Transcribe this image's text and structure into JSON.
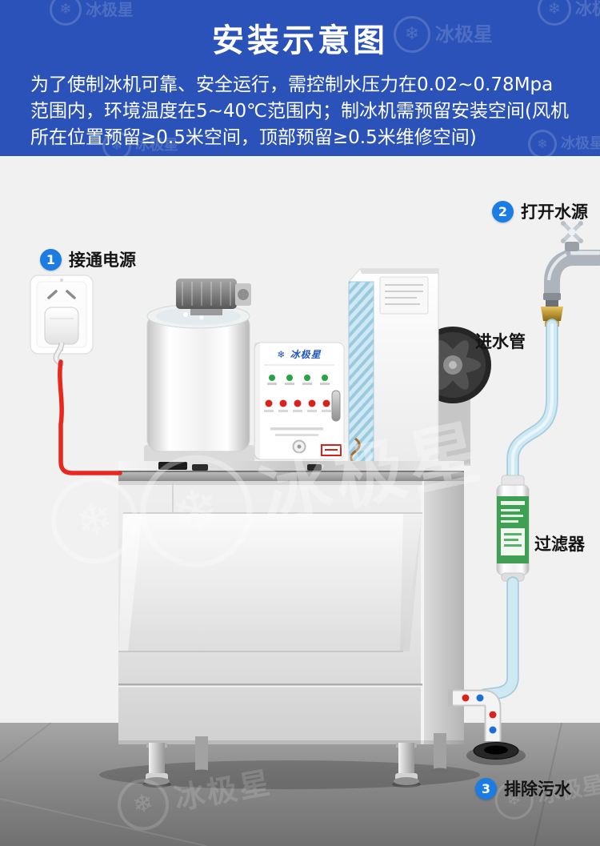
{
  "header": {
    "title": "安装示意图",
    "description": "为了使制冰机可靠、安全运行，需控制水压力在0.02~0.78Mpa范围内，环境温度在5~40℃范围内；制冰机需预留安装空间(风机所在位置预留≥0.5米空间，顶部预留≥0.5米维修空间)"
  },
  "steps": [
    {
      "number": "1",
      "label": "接通电源"
    },
    {
      "number": "2",
      "label": "打开水源"
    },
    {
      "number": "3",
      "label": "排除污水"
    }
  ],
  "annotations": {
    "inlet_pipe": "进水管",
    "filter": "过滤器"
  },
  "brand": {
    "name": "冰极星",
    "snowflake": "❄"
  },
  "colors": {
    "header_bg": "#2b52b8",
    "step_badge": "#1b7ce3",
    "power_cable": "#e8271e",
    "water_pipe": "#cfe9f4",
    "filter_label": "#3fa054",
    "scene_bg": "#f1f1f1",
    "floor": "#858585",
    "brand_blue": "#2456bd"
  }
}
